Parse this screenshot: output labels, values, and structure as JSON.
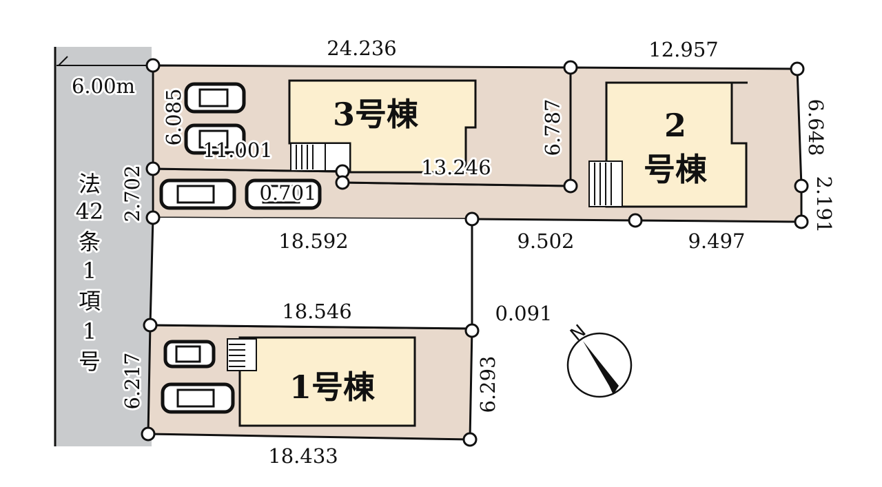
{
  "road": {
    "width_label": "6.00m",
    "designation": [
      "法",
      "42",
      "条",
      "1",
      "項",
      "1",
      "号"
    ]
  },
  "buildings": {
    "b3": "3号棟",
    "b2_num": "2",
    "b2_label": "号棟",
    "b1": "1号棟"
  },
  "dimensions": {
    "d24236": "24.236",
    "d12957": "12.957",
    "d6085": "6.085",
    "d11001": "11.001",
    "d2702": "2.702",
    "d0701": "0.701",
    "d13246": "13.246",
    "d6787": "6.787",
    "d6648": "6.648",
    "d2191": "2.191",
    "d18592": "18.592",
    "d9502": "9.502",
    "d9497": "9.497",
    "d18546": "18.546",
    "d0091": "0.091",
    "d6217": "6.217",
    "d6293": "6.293",
    "d18433": "18.433"
  },
  "compass": {
    "north_label": "N"
  },
  "colors": {
    "lot": "#e8d9cc",
    "building": "#fcefcf",
    "road": "#c9cbcd"
  }
}
